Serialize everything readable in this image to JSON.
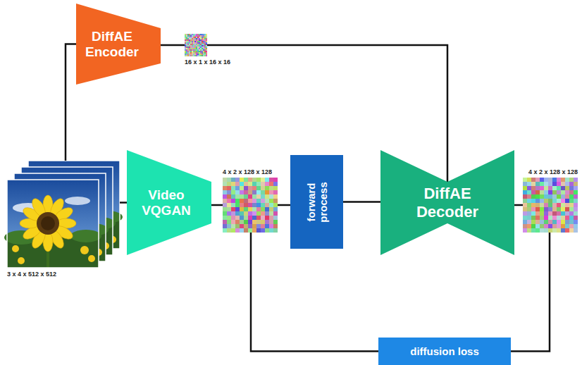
{
  "diagram": {
    "nodes": [
      {
        "text": [
          "DiffAE Encoder"
        ]
      },
      {
        "text": [
          "16 x 1 x 16 x 16"
        ]
      },
      {
        "text": [
          "3 x 4 x 512 x 512"
        ]
      },
      {
        "text": [
          "Video VQGAN"
        ]
      },
      {
        "text": [
          "4 x 2 x 128 x 128"
        ]
      },
      {
        "text": [
          "forward process"
        ]
      },
      {
        "text": [
          "DiffAE Decoder"
        ]
      },
      {
        "text": [
          "4 x 2 x 128 x 128"
        ]
      },
      {
        "text": [
          "diffusion loss"
        ]
      }
    ],
    "edges": [
      {
        "from": 2,
        "to": 0,
        "arrow": "none"
      },
      {
        "from": 0,
        "to": 1,
        "arrow": "none"
      },
      {
        "from": 1,
        "to": 6,
        "arrow": "none"
      },
      {
        "from": 2,
        "to": 3,
        "arrow": "none"
      },
      {
        "from": 3,
        "to": 4,
        "arrow": "none"
      },
      {
        "from": 4,
        "to": 5,
        "arrow": "none"
      },
      {
        "from": 5,
        "to": 6,
        "arrow": "none"
      },
      {
        "from": 6,
        "to": 7,
        "arrow": "none"
      },
      {
        "from": 4,
        "to": 8,
        "arrow": "none"
      },
      {
        "from": 7,
        "to": 8,
        "arrow": "none"
      }
    ]
  }
}
